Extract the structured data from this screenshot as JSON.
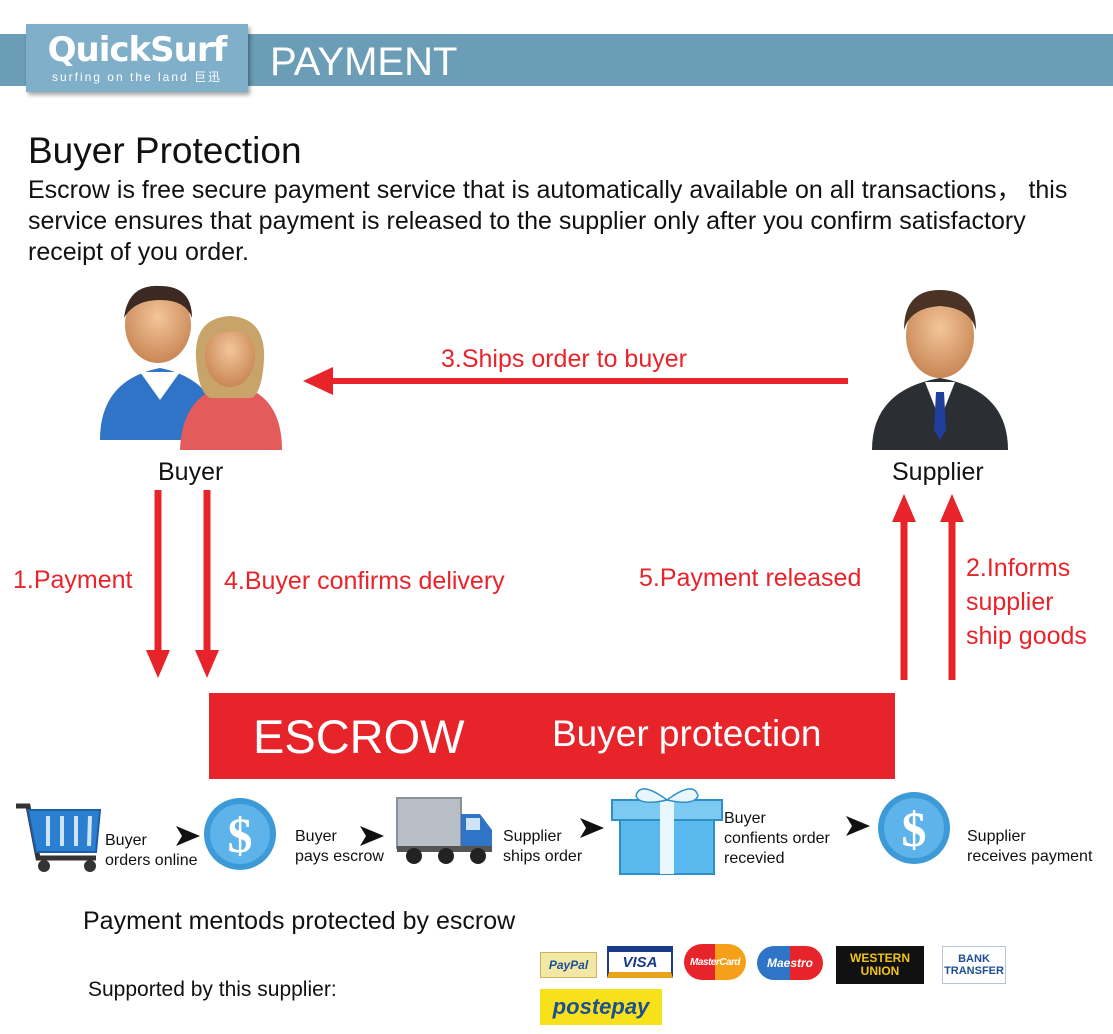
{
  "header": {
    "logo": "QuickSurf",
    "logo_tagline": "surfing on the land 巨迅",
    "title": "PAYMENT"
  },
  "section": {
    "title": "Buyer Protection",
    "intro": "Escrow is free secure payment service that is automatically available on all transactions， this service ensures that payment is released to the supplier only after you confirm satisfactory receipt of  you order."
  },
  "diagram": {
    "buyer_label": "Buyer",
    "supplier_label": "Supplier",
    "ship_label": "3.Ships order to buyer",
    "payment_label": "1.Payment",
    "confirm_label": "4.Buyer confirms delivery",
    "released_label": "5.Payment released",
    "informs_label": [
      "2.Informs",
      "supplier",
      "ship goods"
    ],
    "escrow_title": "ESCROW",
    "escrow_subtitle": "Buyer protection",
    "accent_color": "#e8242b"
  },
  "steps": [
    {
      "icon": "shopping-cart-icon",
      "lines": [
        "Buyer",
        "orders online"
      ]
    },
    {
      "icon": "dollar-coin-icon",
      "lines": [
        "Buyer",
        "pays escrow"
      ]
    },
    {
      "icon": "delivery-truck-icon",
      "lines": [
        "Supplier",
        "ships order"
      ]
    },
    {
      "icon": "gift-box-icon",
      "lines": [
        "Buyer",
        "confients order",
        "recevied"
      ]
    },
    {
      "icon": "dollar-coin-icon",
      "lines": [
        "Supplier",
        "receives payment"
      ]
    }
  ],
  "payment": {
    "title": "Payment mentods protected by escrow",
    "supported": "Supported by this supplier:",
    "methods": [
      "PayPal",
      "VISA",
      "MasterCard",
      "Maestro",
      "WESTERN UNION",
      "BANK TRANSFER",
      "postepay"
    ]
  }
}
